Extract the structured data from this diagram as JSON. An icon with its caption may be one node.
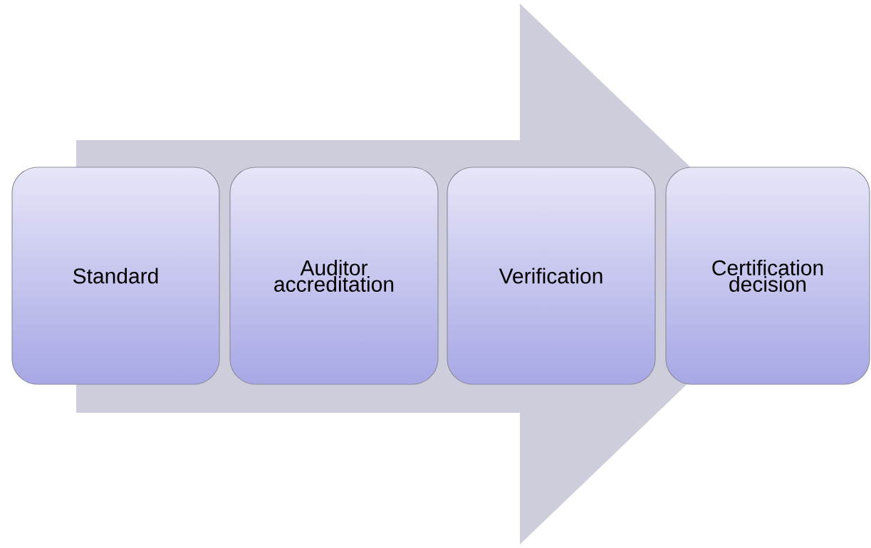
{
  "diagram": {
    "nodes": [
      {
        "text": [
          "Standard"
        ]
      },
      {
        "text": [
          "Auditor accreditation"
        ]
      },
      {
        "text": [
          "Verification"
        ]
      },
      {
        "text": [
          "Certification decision"
        ]
      }
    ],
    "edges": [
      {
        "from": 0,
        "to": 3,
        "arrow": "to"
      }
    ]
  }
}
